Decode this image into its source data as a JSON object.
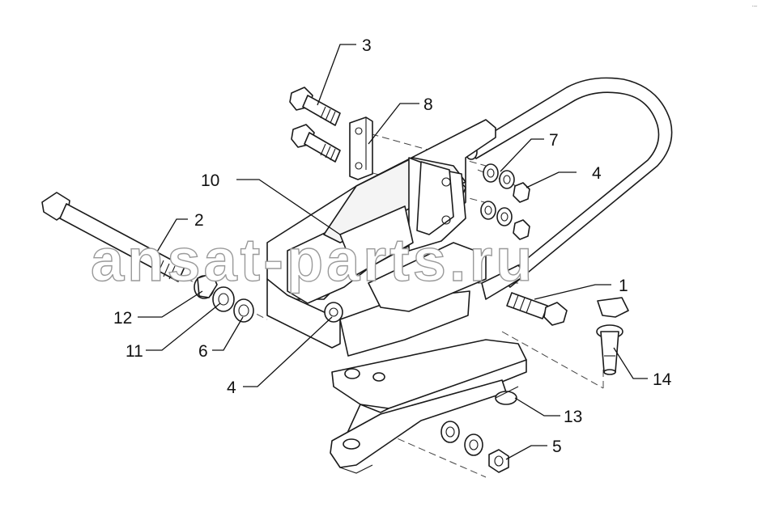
{
  "diagram": {
    "type": "exploded-parts-view",
    "callouts": [
      {
        "id": "c1",
        "label": "1"
      },
      {
        "id": "c2",
        "label": "2"
      },
      {
        "id": "c3",
        "label": "3"
      },
      {
        "id": "c4a",
        "label": "4"
      },
      {
        "id": "c4b",
        "label": "4"
      },
      {
        "id": "c5",
        "label": "5"
      },
      {
        "id": "c6",
        "label": "6"
      },
      {
        "id": "c7",
        "label": "7"
      },
      {
        "id": "c8",
        "label": "8"
      },
      {
        "id": "c10",
        "label": "10"
      },
      {
        "id": "c11",
        "label": "11"
      },
      {
        "id": "c12",
        "label": "12"
      },
      {
        "id": "c13",
        "label": "13"
      },
      {
        "id": "c14",
        "label": "14"
      }
    ]
  },
  "watermark": {
    "text": "ansat-parts.ru"
  },
  "corner_mark": {
    "text": "·–"
  }
}
